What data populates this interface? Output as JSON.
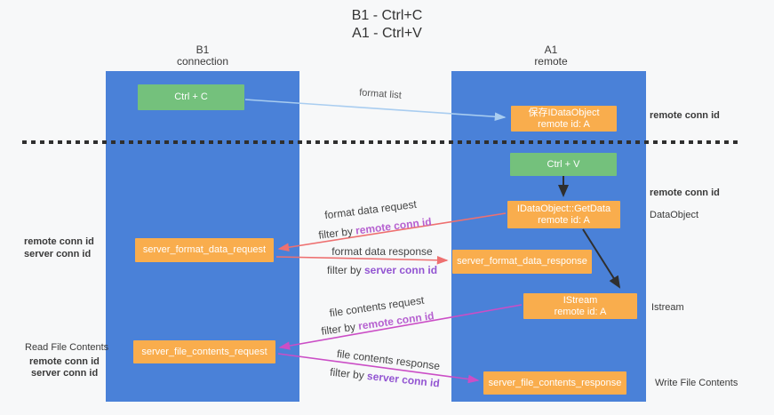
{
  "title": {
    "line1": "B1 - Ctrl+C",
    "line2": "A1 - Ctrl+V"
  },
  "lanes": {
    "left": {
      "name": "B1",
      "role": "connection"
    },
    "right": {
      "name": "A1",
      "role": "remote"
    }
  },
  "nodes": {
    "ctrl_c": "Ctrl + C",
    "save_dataobject": {
      "line1": "保存IDataObject",
      "line2": "remote id: A"
    },
    "ctrl_v": "Ctrl + V",
    "getdata": {
      "line1": "IDataObject::GetData",
      "line2": "remote id: A"
    },
    "format_request": "server_format_data_request",
    "format_response": "server_format_data_response",
    "istream": {
      "line1": "IStream",
      "line2": "remote id: A"
    },
    "file_request": "server_file_contents_request",
    "file_response": "server_file_contents_response"
  },
  "edge_labels": {
    "format_list": "format list",
    "format_data_request": "format data request",
    "format_data_response": "format data response",
    "file_contents_request": "file contents request",
    "file_contents_response": "file contents response",
    "filter_prefix": "filter by ",
    "remote_conn_id": "remote conn id",
    "server_conn_id": "server conn id"
  },
  "side_labels": {
    "right_top_remote": "remote conn id",
    "right_mid_remote": "remote conn id",
    "dataobject": "DataObject",
    "istream": "Istream",
    "write_file_contents": "Write File Contents",
    "left_remote": "remote conn id",
    "left_server": "server conn id",
    "read_file_contents": "Read File Contents",
    "left_bottom_remote": "remote conn id",
    "left_bottom_server": "server conn id"
  },
  "colors": {
    "lane_blue": "#4a81d8",
    "node_orange": "#f9ad4d",
    "node_green": "#74c17c",
    "arrow_blue": "#a9cdf0",
    "arrow_salmon": "#ee7070",
    "arrow_magenta": "#cb4ec6",
    "arrow_black": "#2f2f2f",
    "label_purple": "#b661d0",
    "label_green": "#6fbf79"
  }
}
